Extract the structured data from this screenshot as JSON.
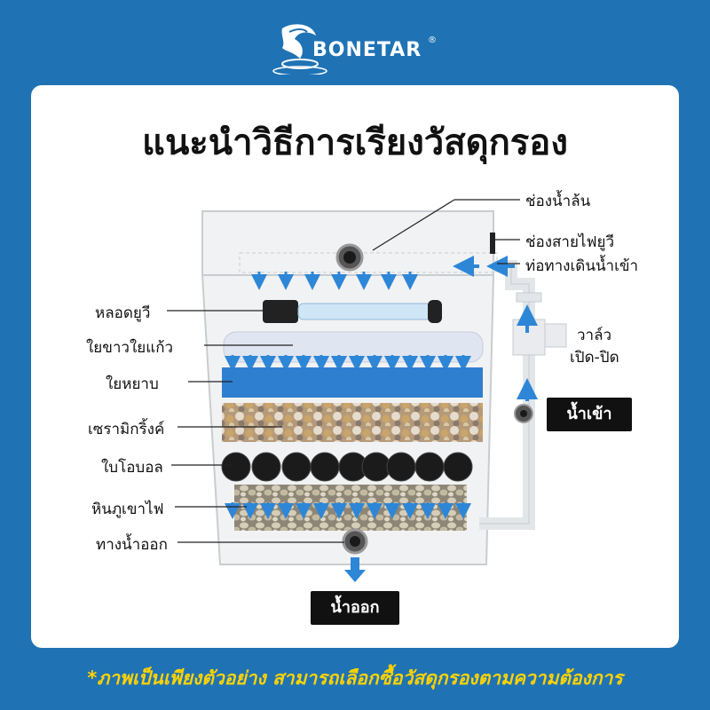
{
  "brand": {
    "name": "BONETAR",
    "reg": "®"
  },
  "title": "แนะนำวิธีการเรียงวัสดุกรอง",
  "labels": {
    "overflow": "ช่องน้ำล้น",
    "uv_cable": "ช่องสายไฟยูวี",
    "inlet_pipe": "ท่อทางเดินน้ำเข้า",
    "valve": "วาล์ว",
    "valve_sub": "เปิด-ปิด",
    "water_in": "น้ำเข้า",
    "water_out": "น้ำออก",
    "uv_lamp": "หลอดยูวี",
    "white_wool": "ใยขาวใยแก้ว",
    "coarse_sponge": "ใยหยาบ",
    "ceramic_ring": "เซรามิกริ้งค์",
    "bio_ball": "ใบโอบอล",
    "lava_rock": "หินภูเขาไฟ",
    "outlet": "ทางน้ำออก"
  },
  "footer": "*ภาพเป็นเพียงตัวอย่าง สามารถเลือกซื้อวัสดุกรองตามความต้องการ",
  "colors": {
    "background": "#1f73b4",
    "arrow": "#2e86d6",
    "sponge": "#2f7fd0",
    "footer": "#ffd200"
  },
  "icons": {
    "logo": "dolphin-icon"
  }
}
